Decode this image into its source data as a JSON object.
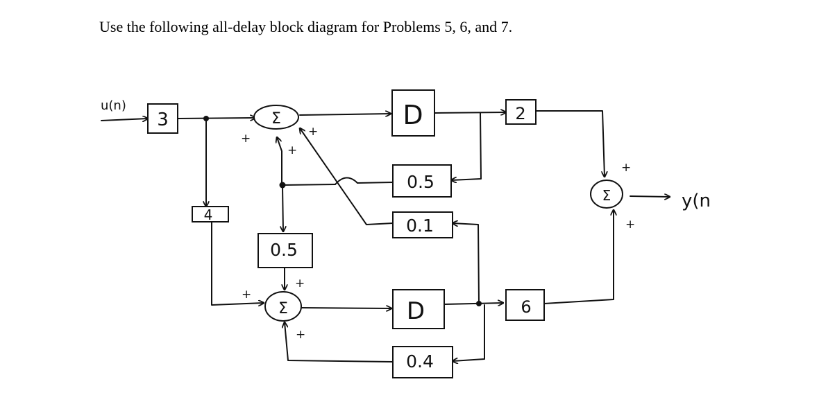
{
  "prompt_text": "Use the following all-delay block diagram for Problems 5, 6, and 7.",
  "input_label": "u(n)",
  "output_label": "y(n",
  "sigma_symbol": "Σ",
  "plus_sign": "+",
  "blocks": {
    "input_gain": "3",
    "upper_delay": "D",
    "upper_output_gain": "2",
    "upper_feedback": "0.5",
    "cross_feedback": "0.1",
    "left_branch_gain": "4",
    "coupling_gain": "0.5",
    "lower_delay": "D",
    "lower_output_gain": "6",
    "lower_feedback": "0.4"
  }
}
